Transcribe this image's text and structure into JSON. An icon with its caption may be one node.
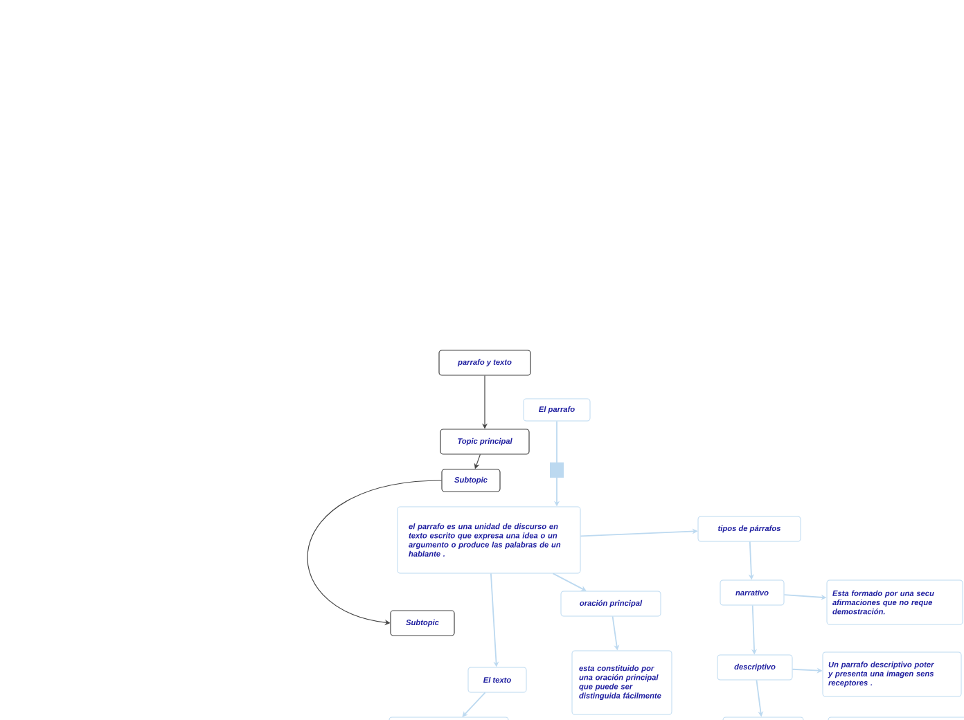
{
  "diagram": {
    "nodes": [
      {
        "text": [
          "parrafo y texto"
        ]
      },
      {
        "text": [
          "El parrafo"
        ]
      },
      {
        "text": [
          "Topic principal"
        ]
      },
      {
        "text": [
          "el parrafo es una unidad de discurso en texto escrito que expresa una idea o un argumento o produce las palabras de un hablante ."
        ]
      },
      {
        "text": [
          "Subtopic"
        ]
      },
      {
        "text": [
          "Subtopic"
        ]
      },
      {
        "text": [
          "tipos de párrafos"
        ]
      },
      {
        "text": [
          "oración principal"
        ]
      },
      {
        "text": [
          "El texto"
        ]
      },
      {
        "text": [
          "esta constituido por una oración principal que puede ser distinguida fácilmente"
        ]
      },
      {
        "text": [
          "narrativo"
        ]
      },
      {
        "text": [
          "Esta formado por una secu afirmaciones que no reque demostración."
        ]
      },
      {
        "text": [
          "descriptivo"
        ]
      },
      {
        "text": [
          "Un parrafo descriptivo poter y presenta una imagen sens receptores ."
        ]
      },
      {
        "text": [],
        "shape": "box"
      },
      {
        "text": [],
        "shape": "box"
      },
      {
        "text": [],
        "shape": "box"
      }
    ],
    "edges": [
      {
        "from": 0,
        "to": 2,
        "arrow": "to",
        "color": "#444444"
      },
      {
        "from": 1,
        "to": 3,
        "arrow": "to"
      },
      {
        "from": 2,
        "to": 4,
        "arrow": "to",
        "color": "#444444"
      },
      {
        "from": 4,
        "to": 5,
        "arrow": "to",
        "color": "#444444"
      },
      {
        "from": 3,
        "to": 6,
        "arrow": "to"
      },
      {
        "from": 3,
        "to": 7,
        "arrow": "to"
      },
      {
        "from": 3,
        "to": 8,
        "arrow": "to"
      },
      {
        "from": 7,
        "to": 9,
        "arrow": "to"
      },
      {
        "from": 6,
        "to": 10,
        "arrow": "to"
      },
      {
        "from": 10,
        "to": 11,
        "arrow": "to"
      },
      {
        "from": 10,
        "to": 12,
        "arrow": "to"
      },
      {
        "from": 12,
        "to": 13,
        "arrow": "to"
      },
      {
        "from": 8,
        "to": 14,
        "arrow": "to"
      },
      {
        "from": 12,
        "to": 15,
        "arrow": "to"
      }
    ]
  }
}
